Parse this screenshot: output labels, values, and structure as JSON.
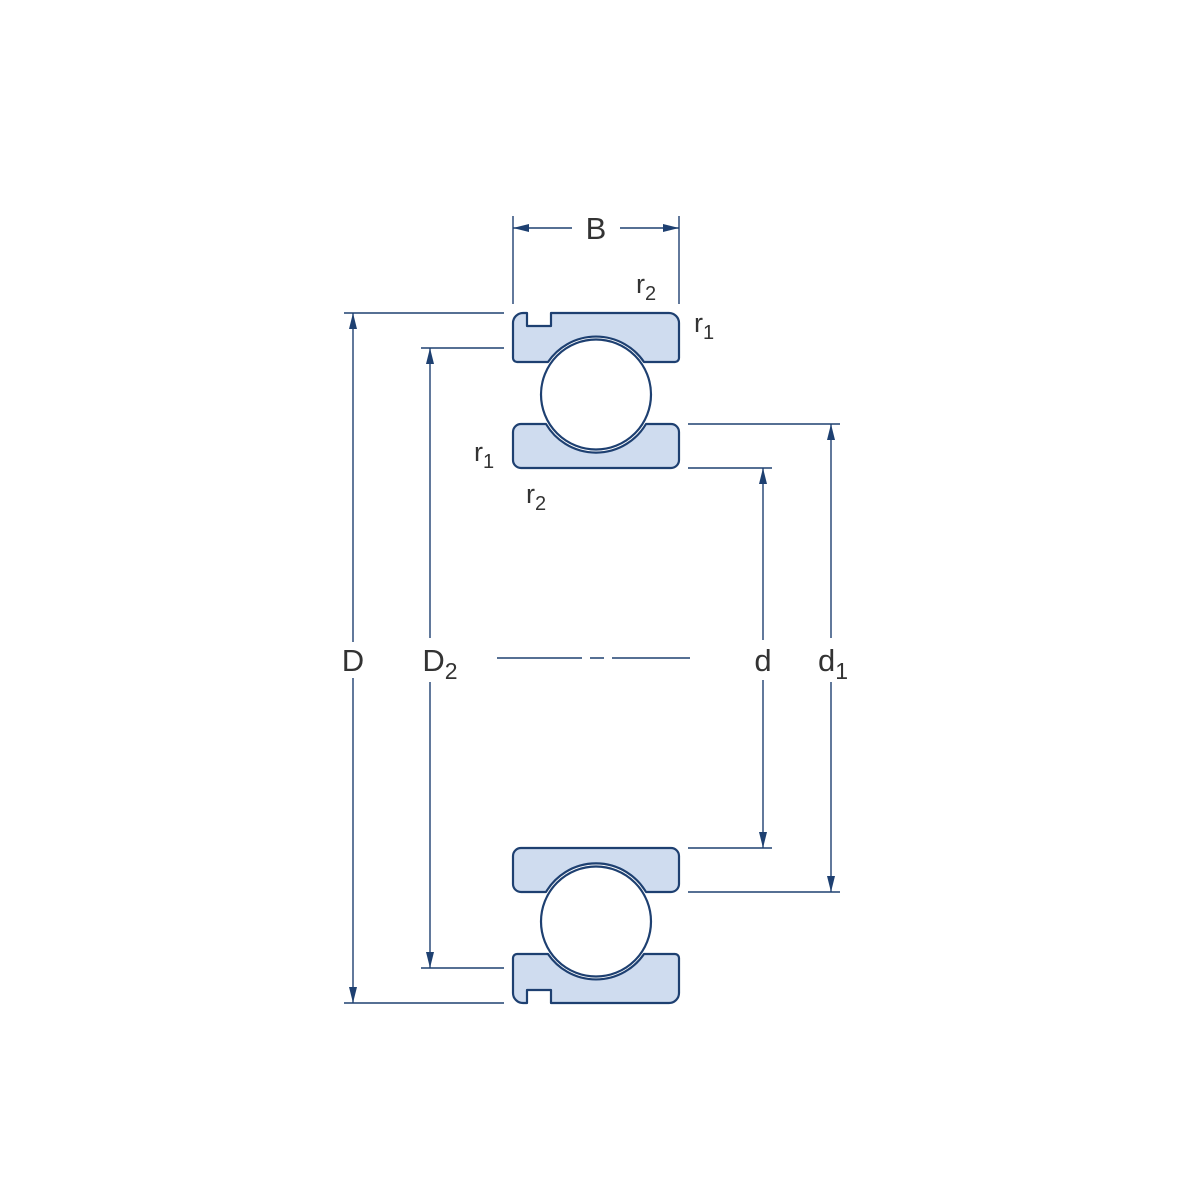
{
  "diagram": {
    "title": "deep-groove-ball-bearing-cross-section",
    "labels": {
      "width": {
        "base": "B"
      },
      "outer_diameter": {
        "base": "D"
      },
      "outer_shoulder": {
        "base": "D",
        "sub": "2"
      },
      "bore": {
        "base": "d"
      },
      "inner_shoulder": {
        "base": "d",
        "sub": "1"
      },
      "radius_r2_outer": {
        "base": "r",
        "sub": "2"
      },
      "radius_r1_outer": {
        "base": "r",
        "sub": "1"
      },
      "radius_r1_inner": {
        "base": "r",
        "sub": "1"
      },
      "radius_r2_inner": {
        "base": "r",
        "sub": "2"
      }
    }
  },
  "colors": {
    "line": "#1e4071",
    "ring_fill": "#cfdcef",
    "ball_fill": "#ffffff",
    "text": "#333333",
    "background": "#ffffff"
  }
}
